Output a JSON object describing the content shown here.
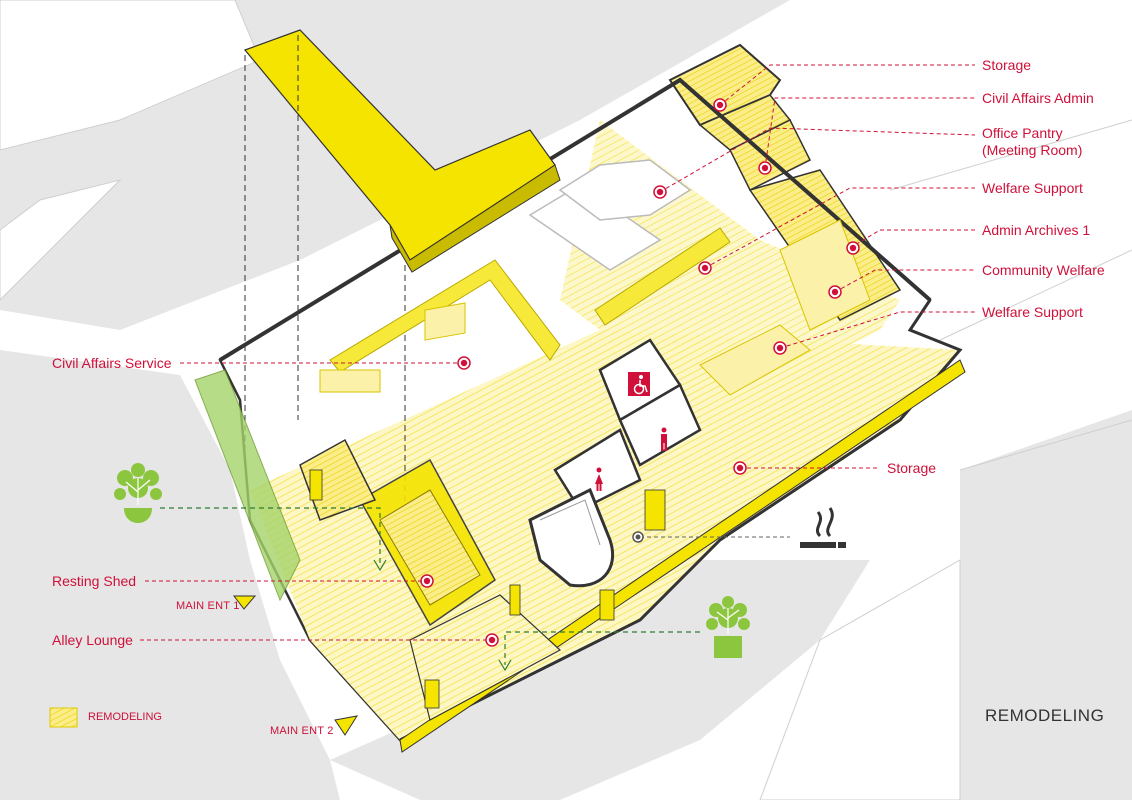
{
  "labels": {
    "storage_top": "Storage",
    "civil_affairs_admin": "Civil Affairs Admin",
    "office_pantry_1": "Office Pantry",
    "office_pantry_2": "(Meeting Room)",
    "welfare_support_1": "Welfare Support",
    "admin_archives": "Admin Archives 1",
    "community_welfare": "Community Welfare",
    "welfare_support_2": "Welfare Support",
    "storage_bottom": "Storage",
    "civil_affairs_service": "Civil Affairs Service",
    "resting_shed": "Resting Shed",
    "alley_lounge": "Alley Lounge"
  },
  "entrances": {
    "main_ent_1": "MAIN ENT 1",
    "main_ent_2": "MAIN ENT 2"
  },
  "legend": {
    "remodeling": "REMODELING"
  },
  "stamp": "REMODELING",
  "colors": {
    "accent": "#d0103a",
    "yellow": "#f5e400",
    "yellow_light": "#fbf1a8",
    "green": "#8cc63f",
    "dashed_green": "#2e7d32",
    "outline": "#333333",
    "ground": "#e8e8e8"
  },
  "icons": [
    "wheelchair-icon",
    "restroom-man-icon",
    "restroom-woman-icon",
    "smoking-icon",
    "plant-icon"
  ]
}
